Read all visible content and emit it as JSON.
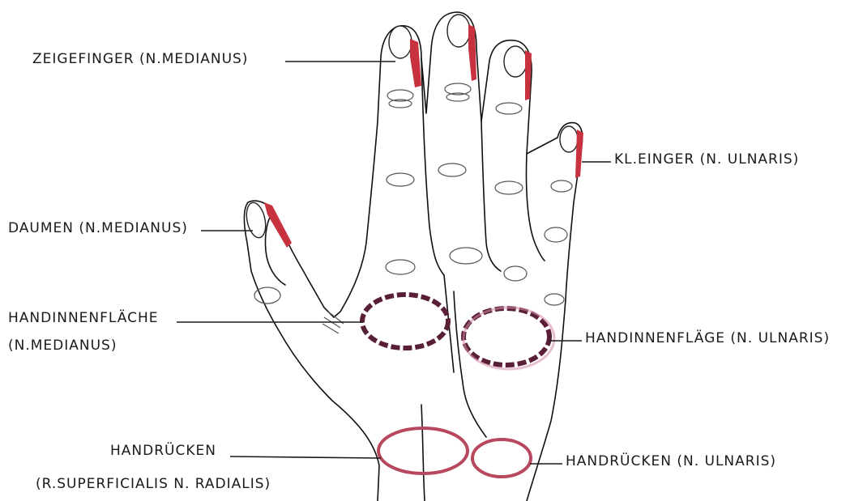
{
  "labels": {
    "index_finger": "ZEIGEFINGER (N.MEDIANUS)",
    "little_finger": "KL.EINGER  (N. ULNARIS)",
    "thumb": "DAUMEN (N.MEDIANUS)",
    "palm_median_line1": "HANDINNENFLÄCHE",
    "palm_median_line2": "(N.MEDIANUS)",
    "palm_ulnar": "HANDINNENFLÄGE  (N. ULNARIS)",
    "back_radial_line1": "HANDRÜCKEN",
    "back_radial_line2": "(R.SUPERFICIALIS  N. RADIALIS)",
    "back_ulnar": "HANDRÜCKEN  (N. ULNARIS)"
  },
  "colors": {
    "fingertip_marker": "#c8323f",
    "palm_zone_fill": "#6b2a45",
    "palm_zone_stroke": "#5a1f38",
    "palm_zone_halo": "#d48aa8",
    "back_zone_stroke": "#b8485e",
    "ink": "#1a1a1a"
  },
  "icons": {
    "hand": "hand-illustration"
  }
}
